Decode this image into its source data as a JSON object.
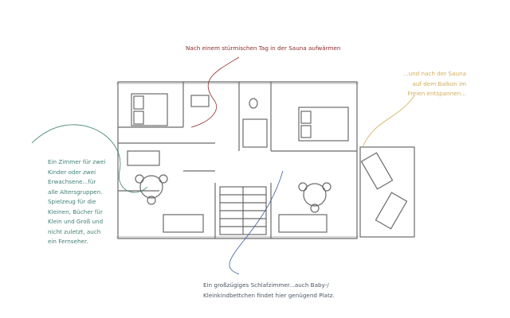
{
  "annotations": {
    "children_room": "Ein Zimmer für zwei Kinder oder zwei Erwachsene...für alle Altersgruppen. Spielzeug für die Kleinen, Bücher für Klein und Groß und nicht zuletzt, auch ein Fernseher.",
    "sauna": "Nach einem stürmischen Tag in der Sauna aufwärmen",
    "balcony": "...und nach der Sauna auf dem Balkon im Freien entspannen...",
    "bedroom": "Ein großzügiges Schlafzimmer...auch Baby-/ Kleinkindbettchen findet hier genügend Platz."
  },
  "colors": {
    "children_room": "#3f7f72",
    "sauna": "#8a2e2a",
    "balcony": "#d1ad5a",
    "bedroom": "#4d5663",
    "sketch": "#6a6a6a"
  }
}
